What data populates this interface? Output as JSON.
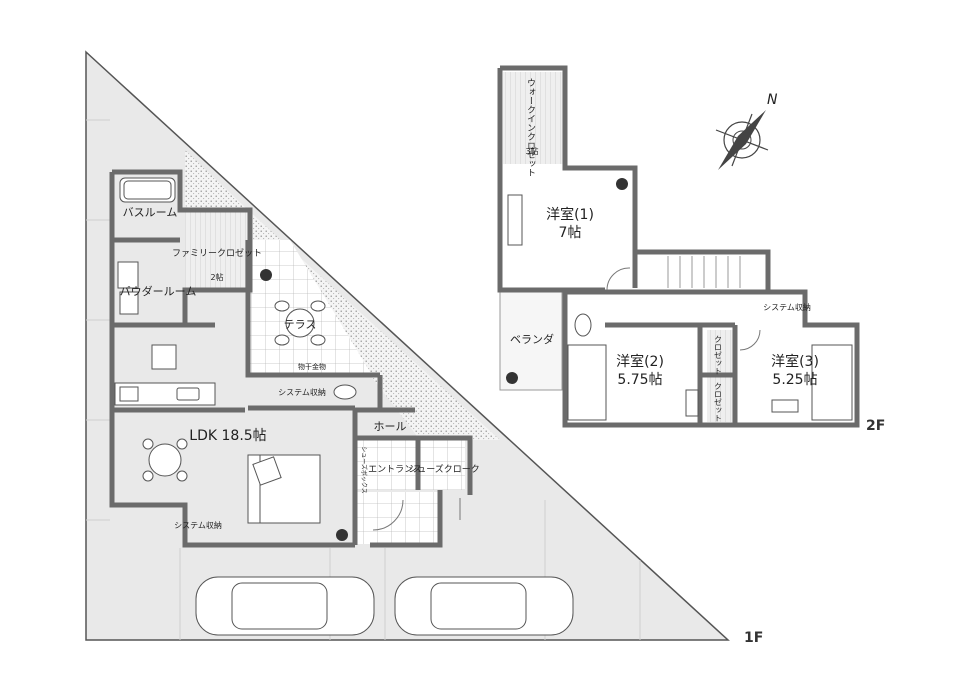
{
  "floors": {
    "first": "1F",
    "second": "2F"
  },
  "compass": {
    "north": "N"
  },
  "rooms": {
    "bath": "バスルーム",
    "powder": "パウダールーム",
    "family_closet": "ファミリークロゼット",
    "family_closet_size": "2帖",
    "terrace": "テラス",
    "drying_hardware": "物干金物",
    "system_storage": "システム収納",
    "ldk": "LDK 18.5帖",
    "hall": "ホール",
    "shoes_box": "シューズボックス",
    "entrance": "エントランス",
    "shoes_cloak": "シューズクローク",
    "walk_in": "ウォークインクロゼット",
    "walk_in_size": "3帖",
    "western1_name": "洋室(1)",
    "western1_size": "7帖",
    "veranda": "ベランダ",
    "western2_name": "洋室(2)",
    "western2_size": "5.75帖",
    "western3_name": "洋室(3)",
    "western3_size": "5.25帖",
    "closet": "クロゼット"
  }
}
